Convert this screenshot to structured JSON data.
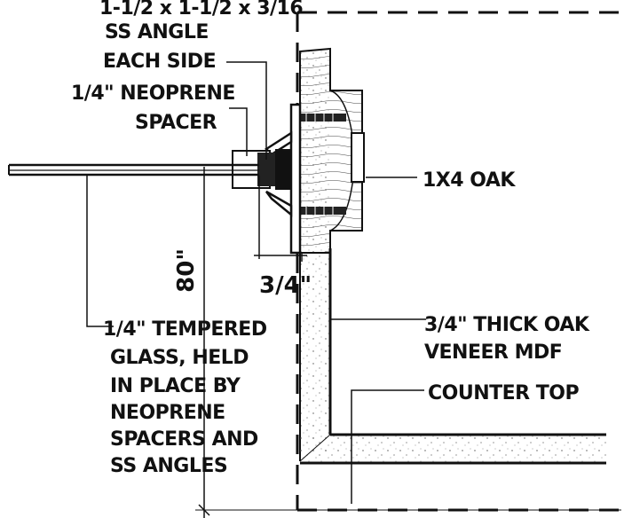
{
  "labels": {
    "angle_line1": "1-1/2 x 1-1/2 x 3/16",
    "angle_line2": "SS ANGLE",
    "angle_line3": "EACH SIDE",
    "spacer_line1": "1/4\" NEOPRENE",
    "spacer_line2": "SPACER",
    "oak": "1X4 OAK",
    "dim_small": "3/4\"",
    "dim_large": "80\"",
    "veneer_line1": "3/4\" THICK OAK",
    "veneer_line2": "VENEER MDF",
    "counter": "COUNTER TOP",
    "glass_line1": "1/4\" TEMPERED",
    "glass_line2": "GLASS, HELD",
    "glass_line3": "IN PLACE BY",
    "glass_line4": "NEOPRENE",
    "glass_line5": "SPACERS AND",
    "glass_line6": "SS ANGLES"
  }
}
